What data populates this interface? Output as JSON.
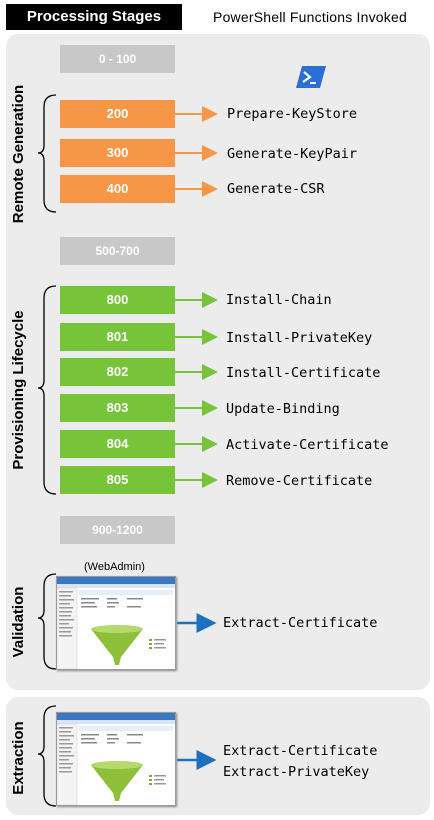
{
  "header": {
    "left": "Processing Stages",
    "right": "PowerShell Functions Invoked"
  },
  "sections": {
    "remote_generation": "Remote Generation",
    "provisioning": "Provisioning Lifecycle",
    "validation": "Validation",
    "extraction": "Extraction"
  },
  "ranges": {
    "r1": "0 - 100",
    "r2": "500-700",
    "r3": "900-1200"
  },
  "stages": {
    "s200": {
      "code": "200",
      "fn": "Prepare-KeyStore"
    },
    "s300": {
      "code": "300",
      "fn": "Generate-KeyPair"
    },
    "s400": {
      "code": "400",
      "fn": "Generate-CSR"
    },
    "s800": {
      "code": "800",
      "fn": "Install-Chain"
    },
    "s801": {
      "code": "801",
      "fn": "Install-PrivateKey"
    },
    "s802": {
      "code": "802",
      "fn": "Install-Certificate"
    },
    "s803": {
      "code": "803",
      "fn": "Update-Binding"
    },
    "s804": {
      "code": "804",
      "fn": "Activate-Certificate"
    },
    "s805": {
      "code": "805",
      "fn": "Remove-Certificate"
    }
  },
  "validation": {
    "caption": "(WebAdmin)",
    "fn": "Extract-Certificate"
  },
  "extraction": {
    "fn1": "Extract-Certificate",
    "fn2": "Extract-PrivateKey"
  },
  "colors": {
    "orange": "#f79646",
    "green": "#77c33a",
    "range_gray": "#c8c8c8",
    "panel": "#ececec",
    "blue_arrow": "#1f6fbf",
    "powershell": "#2b6fd6"
  },
  "icons": {
    "powershell": "powershell-icon",
    "webadmin": "webadmin-screenshot"
  }
}
